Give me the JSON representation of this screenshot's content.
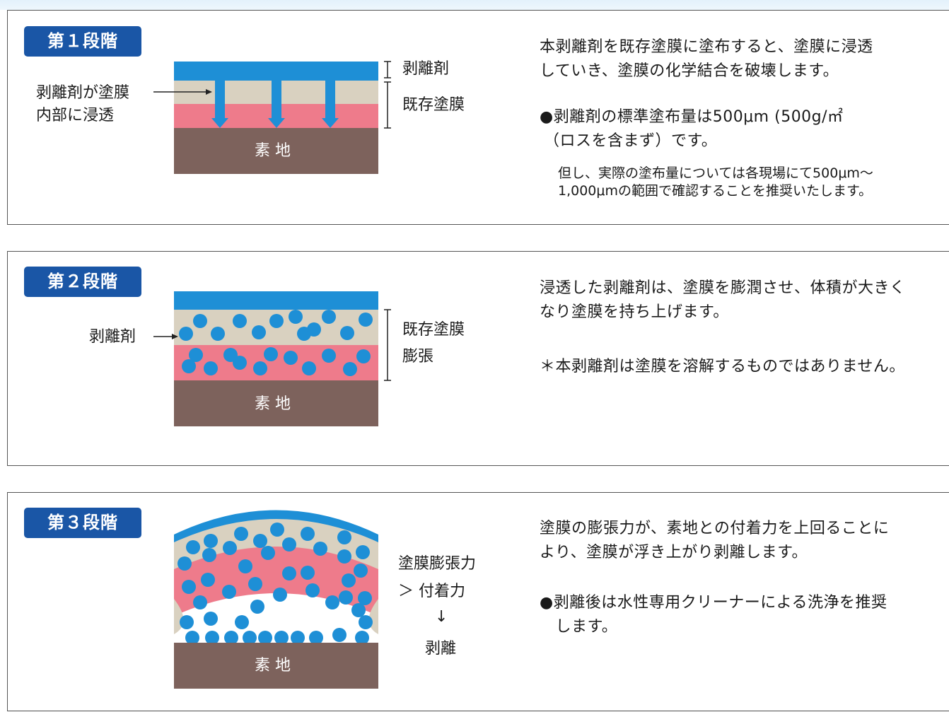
{
  "stages": [
    {
      "badge": "第１段階",
      "substrate_label": "素 地",
      "left_label_line1": "剥離剤が塗膜",
      "left_label_line2": "内部に浸透",
      "right_label_top": "剥離剤",
      "right_label_bottom": "既存塗膜",
      "desc_line1": "本剥離剤を既存塗膜に塗布すると、塗膜に浸透",
      "desc_line2": "していき、塗膜の化学結合を破壊します。",
      "bullet_line1": "●剥離剤の標準塗布量は500μm (500g/㎡",
      "bullet_line2": "（ロスを含まず）です。",
      "note_line1": "但し、実際の塗布量については各現場にて500μm〜",
      "note_line2": "1,000μmの範囲で確認することを推奨いたします。"
    },
    {
      "badge": "第２段階",
      "substrate_label": "素 地",
      "left_label": "剥離剤",
      "right_label_line1": "既存塗膜",
      "right_label_line2": "膨張",
      "desc_line1": "浸透した剥離剤は、塗膜を膨潤させ、体積が大きく",
      "desc_line2": "なり塗膜を持ち上げます。",
      "note": "＊本剥離剤は塗膜を溶解するものではありません。"
    },
    {
      "badge": "第３段階",
      "substrate_label": "素 地",
      "right_label_line1": "塗膜膨張力",
      "right_label_line2": "＞ 付着力",
      "right_arrow": "↓",
      "right_label_line3": "剥離",
      "desc_line1": "塗膜の膨張力が、素地との付着力を上回ることに",
      "desc_line2": "より、塗膜が浮き上がり剥離します。",
      "bullet_line1": "●剥離後は水性専用クリーナーによる洗浄を推奨",
      "bullet_line2": "　します。"
    }
  ],
  "colors": {
    "remover": "#1e8fd6",
    "coating_beige": "#d9d1c0",
    "coating_pink": "#ee7b8b",
    "substrate": "#7d625c",
    "badge": "#1a56a6",
    "bubble": "#1e8fd6"
  }
}
